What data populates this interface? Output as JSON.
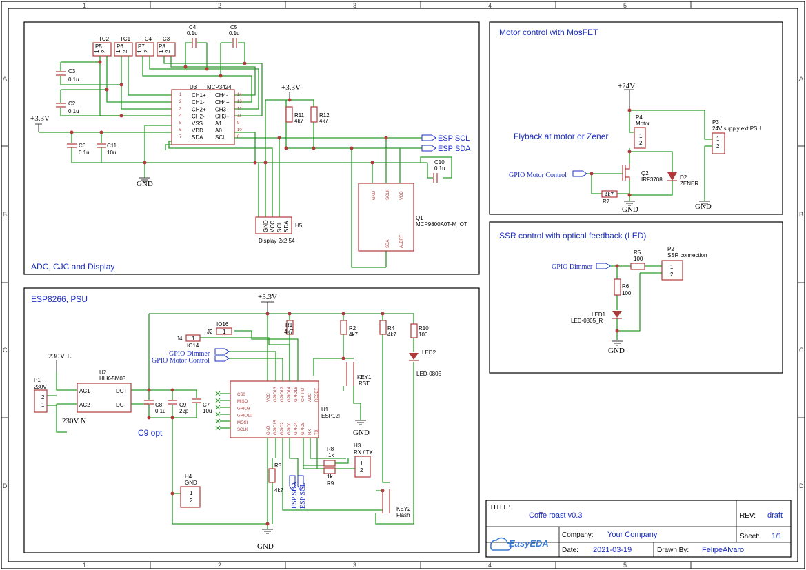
{
  "border": {
    "columns": [
      "1",
      "2",
      "3",
      "4",
      "5"
    ],
    "rows": [
      "A",
      "B",
      "C",
      "D"
    ]
  },
  "sections": {
    "adc": "ADC, CJC and Display",
    "motor": "Motor control with MosFET",
    "ssr": "SSR control with optical feedback (LED)",
    "esp": "ESP8266, PSU"
  },
  "notes": {
    "flyback": "Flyback at motor or Zener",
    "c9opt": "C9 opt"
  },
  "nets": {
    "v33_a": "+3.3V",
    "v33_b": "+3.3V",
    "v33_c": "+3.3V",
    "gnd_a": "GND",
    "gnd_b": "GND",
    "gnd_c": "GND",
    "gnd_d": "GND",
    "gnd_e": "GND",
    "gnd_f": "GND",
    "v24": "+24V",
    "v230l": "230V L",
    "v230n": "230V N"
  },
  "ports": {
    "esp_scl": "ESP SCL",
    "esp_sda": "ESP SDA",
    "gpio_motor_a": "GPIO Motor Control",
    "gpio_dimmer_a": "GPIO Dimmer",
    "gpio_dimmer_b": "GPIO Dimmer",
    "gpio_motor_b": "GPIO Motor Control",
    "esp_sda_v": "ESP SDA",
    "esp_scl_v": "ESP SCL"
  },
  "components": {
    "tc2": "TC2",
    "tc1": "TC1",
    "tc4": "TC4",
    "tc3": "TC3",
    "p5": "P5",
    "p6": "P6",
    "p7": "P7",
    "p8": "P8",
    "c4": "C4",
    "c4v": "0.1u",
    "c5": "C5",
    "c5v": "0.1u",
    "c3": "C3",
    "c3v": "0.1u",
    "c2": "C2",
    "c2v": "0.1u",
    "c6": "C6",
    "c6v": "0.1u",
    "c11": "C11",
    "c11v": "10u",
    "c10": "C10",
    "c10v": "0.1u",
    "u3": "U3",
    "u3v": "MCP3424",
    "r11": "R11",
    "r11v": "4k7",
    "r12": "R12",
    "r12v": "4k7",
    "h5": "H5",
    "h5v": "Display 2x2.54",
    "q1": "Q1",
    "q1v": "MCP9800A0T-M_OT",
    "p4": "P4",
    "p4v": "Motor",
    "p3": "P3",
    "p3v": "24V supply ext PSU",
    "q2": "Q2",
    "q2v": "IRF3708",
    "d2": "D2",
    "d2v": "ZENER",
    "r7": "R7",
    "r7v": "4k7",
    "r5": "R5",
    "r5v": "100",
    "r6": "R6",
    "r6v": "100",
    "p2": "P2",
    "p2v": "SSR connection",
    "led1": "LED1",
    "led1v": "LED-0805_R",
    "io16": "IO16",
    "j2": "J2",
    "j4": "J4",
    "io14": "IO14",
    "r1": "R1",
    "r1v": "4k7",
    "r2": "R2",
    "r2v": "4k7",
    "r4": "R4",
    "r4v": "4k7",
    "r10": "R10",
    "r10v": "100",
    "led2": "LED2",
    "led2v": "LED-0805",
    "key1": "KEY1",
    "key1v": "RST",
    "u2": "U2",
    "u2v": "HLK-5M03",
    "p1": "P1",
    "p1v": "230V",
    "c8": "C8",
    "c8v": "0.1u",
    "c9": "C9",
    "c9v": "22p",
    "c7": "C7",
    "c7v": "10u",
    "u1": "U1",
    "u1v": "ESP12F",
    "r8": "R8",
    "r8v": "1k",
    "r9": "R9",
    "r9v": "1k",
    "h3": "H3",
    "h3v": "RX / TX",
    "r3": "R3",
    "r3v": "4k7",
    "h4": "H4",
    "h4v": "GND",
    "key2": "KEY2",
    "key2v": "Flash"
  },
  "pins": {
    "u3_left": [
      "CH1+",
      "CH1-",
      "CH2+",
      "CH2-",
      "VSS",
      "VDD",
      "SDA"
    ],
    "u3_left_num": [
      "1",
      "2",
      "3",
      "4",
      "5",
      "6",
      "7"
    ],
    "u3_right": [
      "CH4-",
      "CH4+",
      "CH3-",
      "CH3+",
      "A1",
      "A0",
      "SCL"
    ],
    "u3_right_num": [
      "14",
      "13",
      "12",
      "11",
      "9",
      "10",
      "8"
    ],
    "q1_top": [
      "GND",
      "SCLK",
      "VDD"
    ],
    "q1_bot": [
      "SDA",
      "ALERT"
    ],
    "h5": [
      "GND",
      "VCC",
      "SCL",
      "SDA"
    ],
    "u2_left": [
      "AC1",
      "AC2"
    ],
    "u2_right": [
      "DC+",
      "DC-"
    ],
    "u1_top": [
      "VCC",
      "GPIO13",
      "GPIO12",
      "GPIO14",
      "GPIO16",
      "CH_PD",
      "ADC",
      "RESET"
    ],
    "u1_left": [
      "CS0",
      "MISO",
      "GPIO9",
      "GPIO10",
      "MOSI",
      "SCLK"
    ],
    "u1_bot": [
      "GND",
      "GPIO15",
      "GPIO2",
      "GPIO0",
      "GPIO4",
      "GPIO5",
      "RX",
      "TX"
    ],
    "two": [
      "1",
      "2"
    ],
    "two_rev": [
      "2",
      "1"
    ]
  },
  "title_block": {
    "title_label": "TITLE:",
    "title": "Coffe roast v0.3",
    "rev_label": "REV:",
    "rev": "draft",
    "company_label": "Company:",
    "company": "Your Company",
    "sheet_label": "Sheet:",
    "sheet": "1/1",
    "date_label": "Date:",
    "date": "2021-03-19",
    "drawn_label": "Drawn By:",
    "drawn": "FelipeAlvaro",
    "logo": "EasyEDA"
  }
}
